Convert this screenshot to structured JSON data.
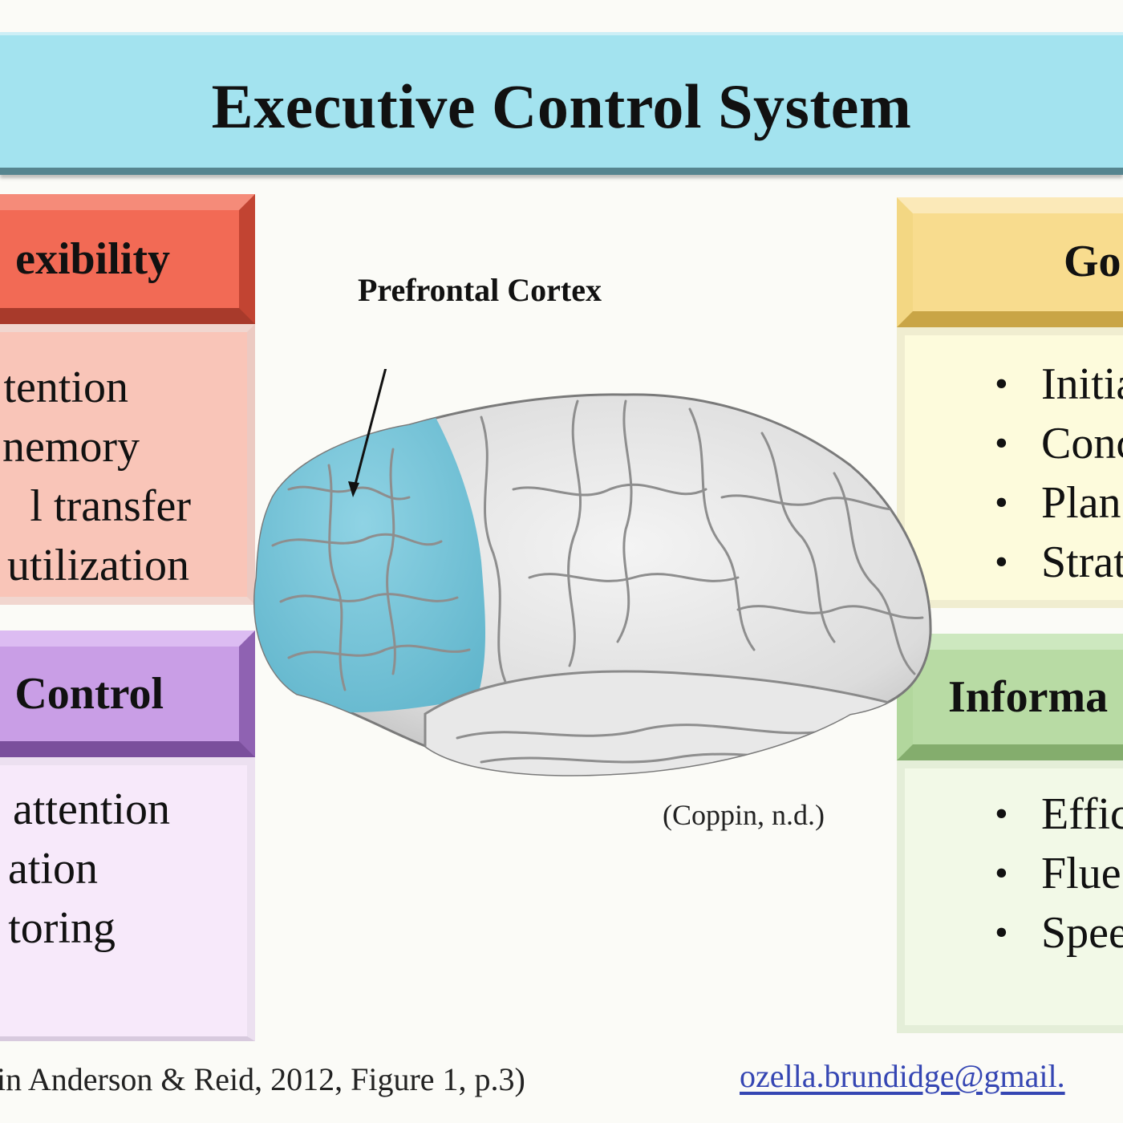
{
  "title": "Executive Control System",
  "panels": {
    "flexibility": {
      "header": "exibility",
      "items": [
        "tention",
        "nemory",
        "l transfer",
        "utilization"
      ]
    },
    "control": {
      "header": "Control",
      "items": [
        "attention",
        "ation",
        "toring"
      ]
    },
    "goal": {
      "header": "Go",
      "items": [
        "Initia",
        "Conc",
        "Plan",
        "Strat"
      ]
    },
    "information": {
      "header": "Informa",
      "items": [
        "Effic",
        "Flue",
        "Spee"
      ]
    }
  },
  "brain_label": "Prefrontal Cortex",
  "image_credit": "(Coppin, n.d.)",
  "citation": "in Anderson & Reid, 2012, Figure 1, p.3)",
  "email": "ozella.brundidge@gmail.",
  "colors": {
    "title_bg": "#a3e3ef",
    "flexibility": "#f26a55",
    "control": "#c99ee6",
    "goal": "#f8dc8e",
    "information": "#b8dba4",
    "prefrontal_highlight": "#74c4d9",
    "brain": "#dcdcdc"
  }
}
